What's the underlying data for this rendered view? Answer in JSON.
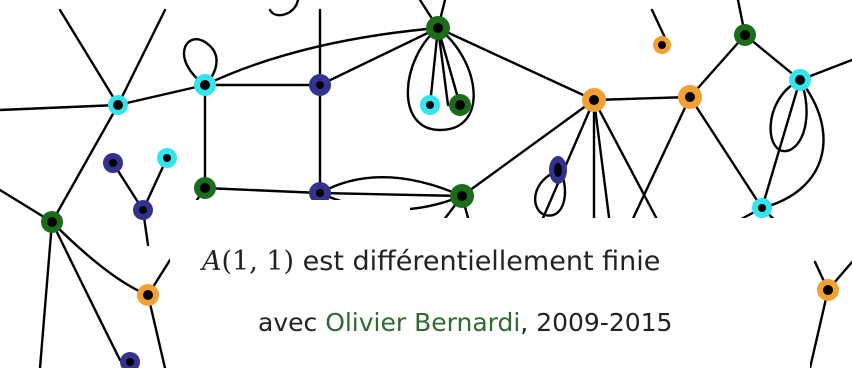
{
  "title": {
    "math_symbol": "A",
    "math_args": "(1, 1)",
    "text": " est différentiellement finie"
  },
  "credit": {
    "prefix": "avec ",
    "author": "Olivier Bernardi",
    "suffix": ", 2009-2015"
  },
  "colors": {
    "edge": "#000000",
    "vertex_cyan": "#33e5ee",
    "vertex_blue": "#33338f",
    "vertex_green": "#1a6e1a",
    "vertex_orange": "#f2a032",
    "author_text": "#2e6b2e"
  },
  "illustration": {
    "description_items": [
      "planar-map-drawing"
    ]
  }
}
